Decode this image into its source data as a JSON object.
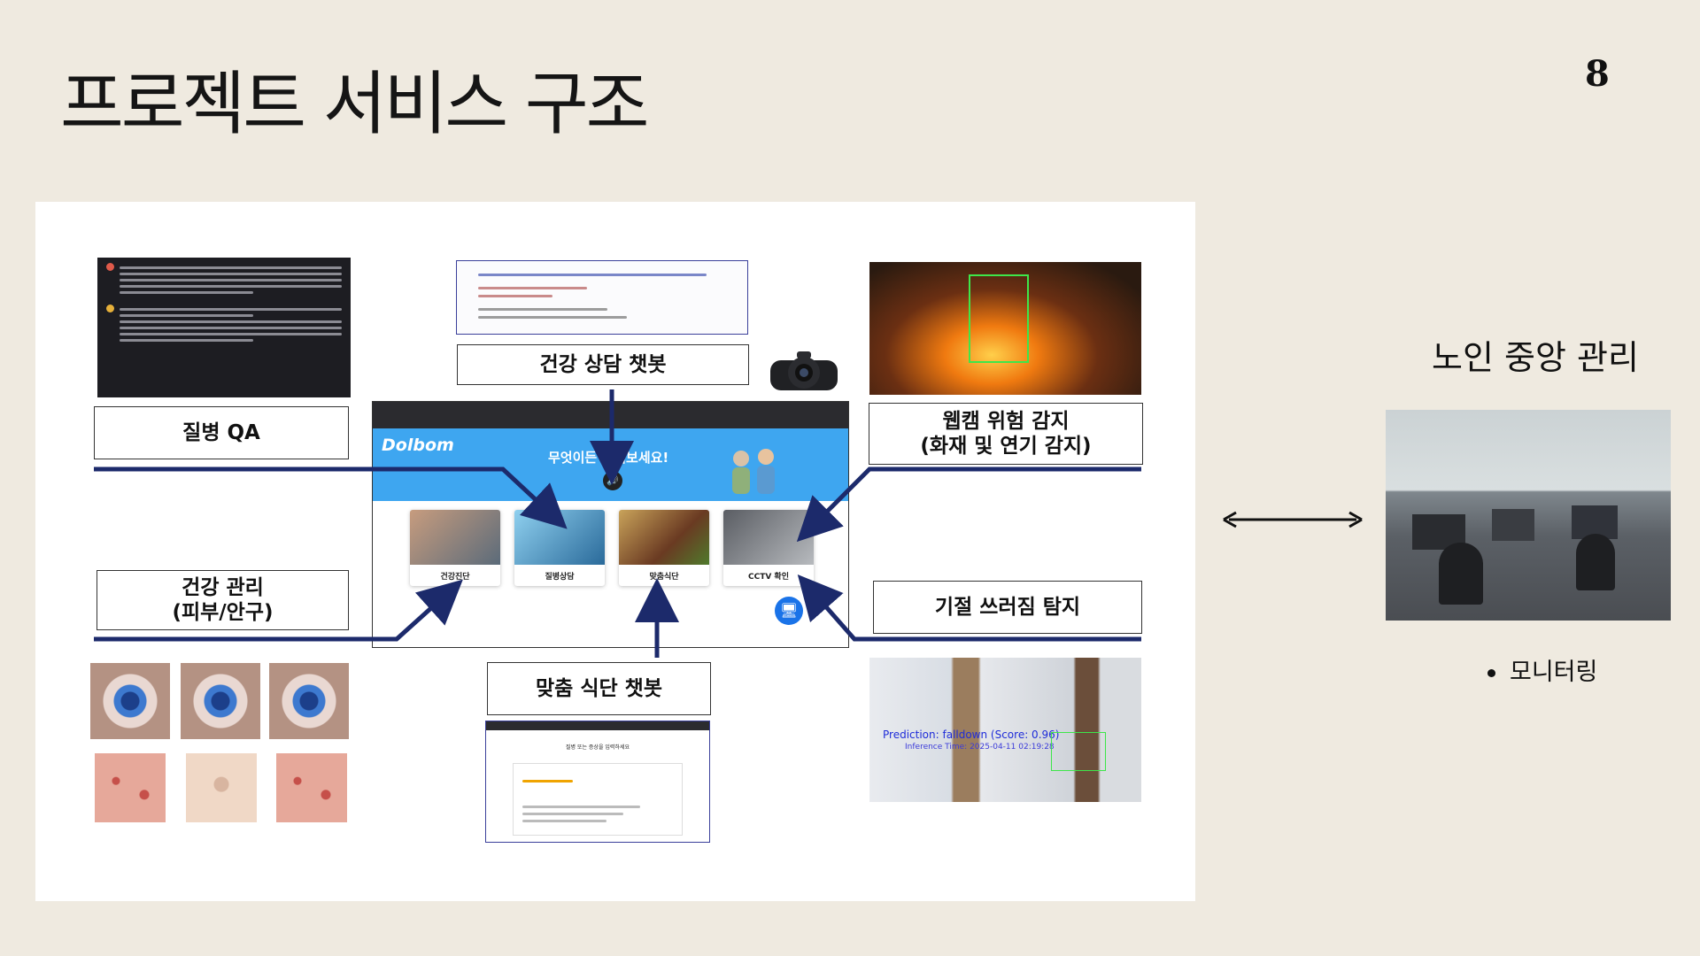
{
  "slide": {
    "title": "프로젝트 서비스 구조",
    "page_number": "8"
  },
  "diagram": {
    "labels": {
      "disease_qa": "질병 QA",
      "health_chatbot": "건강 상담 챗봇",
      "webcam_danger_line1": "웹캠 위험 감지",
      "webcam_danger_line2": "(화재 및 연기 감지)",
      "health_mgmt_line1": "건강 관리",
      "health_mgmt_line2": "(피부/안구)",
      "diet_chatbot": "맞춤 식단 챗봇",
      "faint_fall": "기절 쓰러짐 탐지"
    },
    "app": {
      "brand": "Dolbom",
      "banner": "무엇이든 물어보세요!",
      "cards": [
        {
          "label": "건강진단"
        },
        {
          "label": "질병상담"
        },
        {
          "label": "맞춤식단"
        },
        {
          "label": "CCTV 확인"
        }
      ]
    },
    "fall_detection": {
      "prediction": "Prediction: falldown (Score: 0.96)",
      "inference_time": "Inference Time: 2025-04-11 02:19:28"
    },
    "diet_screen_title": "질병 또는 증상을 입력하세요"
  },
  "right": {
    "central_label": "노인 중앙 관리",
    "monitoring": "모니터링"
  },
  "colors": {
    "background": "#efeae0",
    "connector": "#1c2a6b",
    "app_header": "#3ea6f0"
  }
}
